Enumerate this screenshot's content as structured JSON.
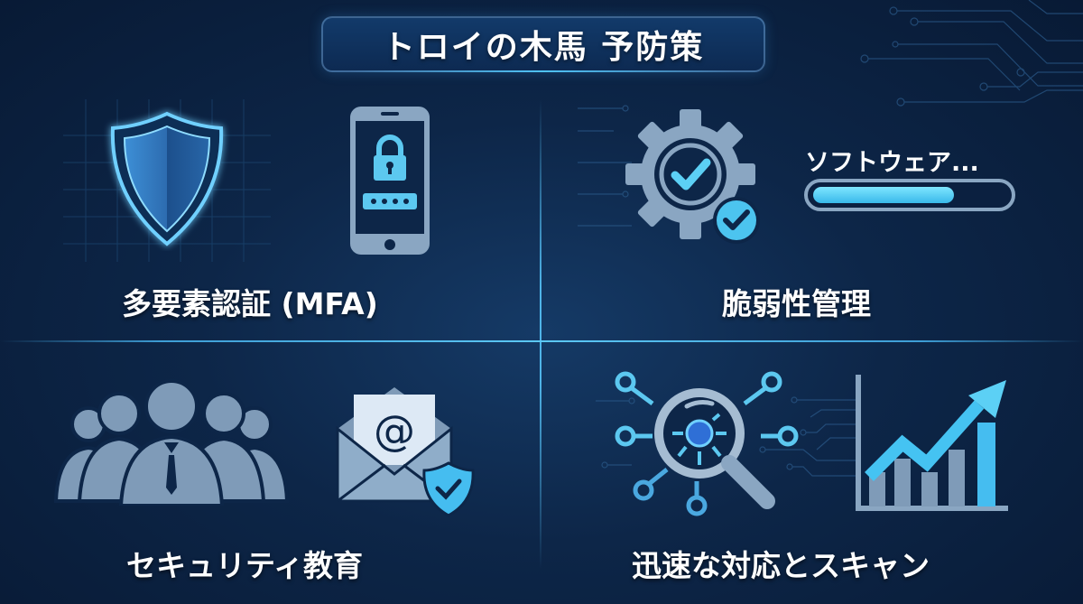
{
  "title": "トロイの木馬 予防策",
  "colors": {
    "background": "#0d2648",
    "accent": "#4fc3f7",
    "icon_gray": "#8aa6c2",
    "text": "#ffffff"
  },
  "quadrants": [
    {
      "label": "多要素認証 (MFA)",
      "icons": [
        "shield-icon",
        "smartphone-lock-icon"
      ],
      "password_dots": 4
    },
    {
      "label": "脆弱性管理",
      "icons": [
        "gear-check-icon",
        "software-update-progress"
      ],
      "progress_text": "ソフトウェア...",
      "progress_percent": 72
    },
    {
      "label": "セキュリティ教育",
      "icons": [
        "people-group-icon",
        "email-shield-icon"
      ],
      "email_symbol": "@"
    },
    {
      "label": "迅速な対応とスキャン",
      "icons": [
        "magnifier-scan-icon",
        "growth-chart-icon"
      ]
    }
  ]
}
